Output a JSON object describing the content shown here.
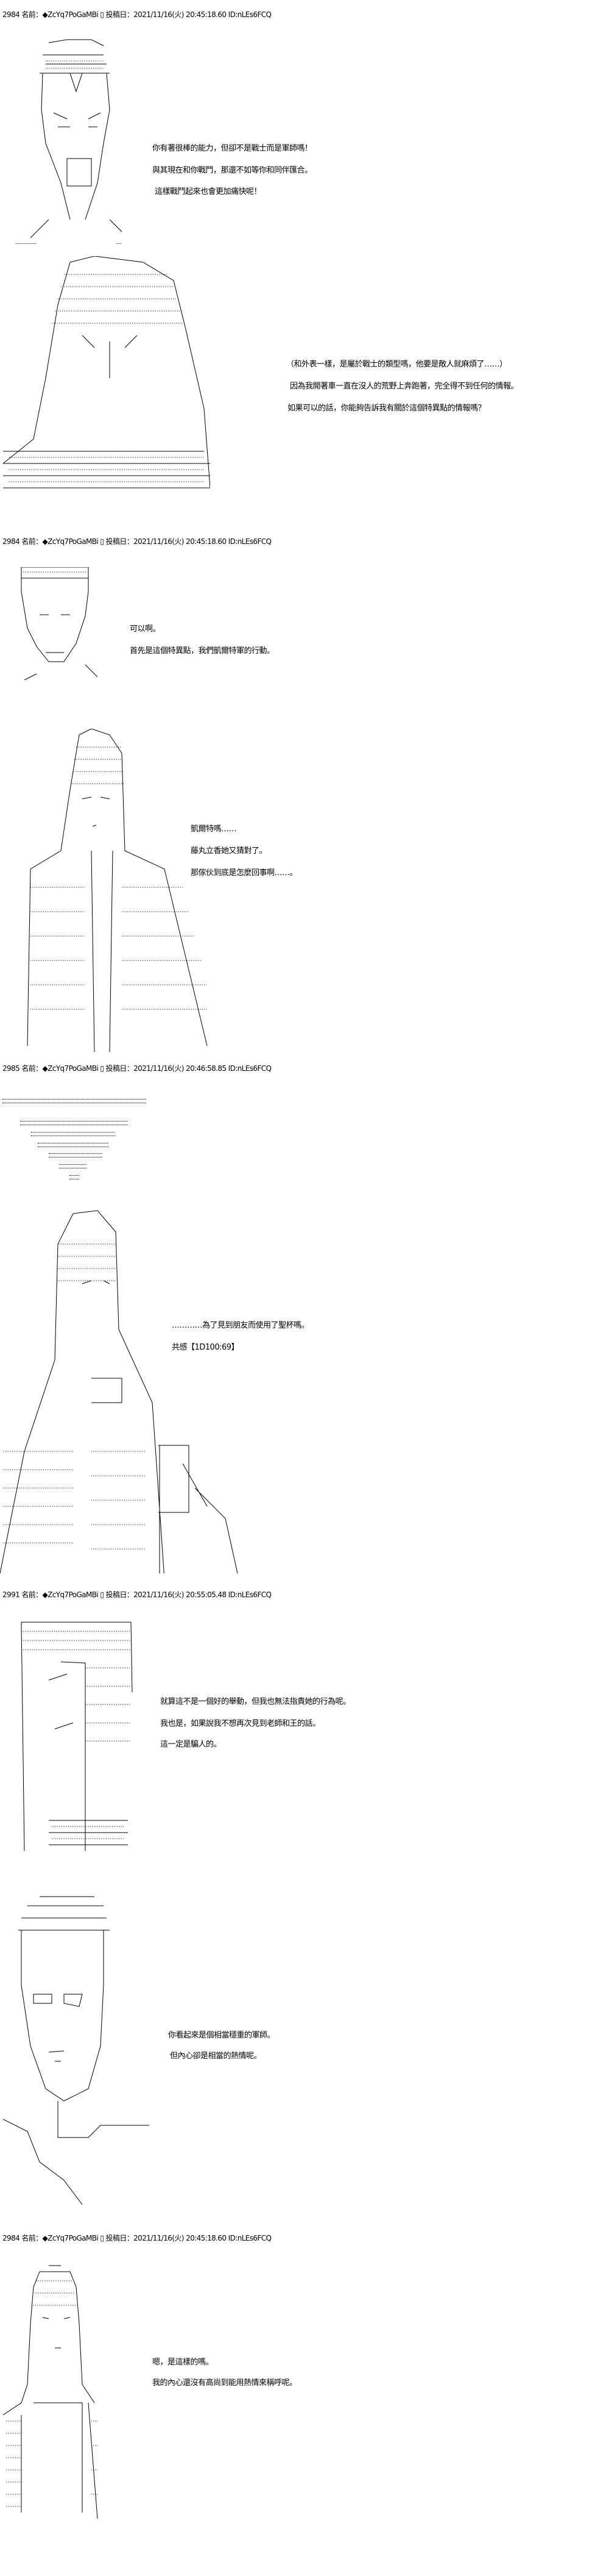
{
  "posts": [
    {
      "header": "2984 名前：◆ZcYq7PoGaMBi ▯ 投稿日：2021/11/16(火) 20:45:18.60 ID:nLEs6FCQ",
      "scene1": [
        "你有著很棒的能力，但卻不是戰士而是軍師嗎！",
        "與其現在和你戰鬥，那還不如等你和同伴匯合。",
        "這樣戰鬥起來也會更加痛快呢！"
      ],
      "scene2": [
        "（和外表一樣，是屬於戰士的類型嗎，他要是敵人就麻煩了……）",
        "因為我開著車一直在沒人的荒野上奔跑著，完全得不到任何的情報。",
        "如果可以的話，你能夠告訴我有關於這個特異點的情報嗎？"
      ]
    },
    {
      "header": "2984 名前：◆ZcYq7PoGaMBi ▯ 投稿日：2021/11/16(火) 20:45:18.60 ID:nLEs6FCQ",
      "scene1": [
        "可以啊。",
        "首先是這個特異點，我們凱爾特軍的行動。"
      ],
      "scene2": [
        "凱爾特嗎……",
        "藤丸立香她又猜對了。",
        "那傢伙到底是怎麼回事啊……。"
      ]
    },
    {
      "header": "2985 名前：◆ZcYq7PoGaMBi ▯ 投稿日：2021/11/16(火) 20:46:58.85 ID:nLEs6FCQ",
      "scene1": [
        "…………為了見到朋友而使用了聖杯嗎。",
        "共感【1D100:69】"
      ]
    },
    {
      "header": "2991 名前：◆ZcYq7PoGaMBi ▯ 投稿日：2021/11/16(火) 20:55:05.48 ID:nLEs6FCQ",
      "scene1": [
        "就算這不是一個好的舉動，但我也無法指責她的行為呢。",
        "我也是，如果說我不想再次見到老師和王的話。",
        "這一定是騙人的。"
      ],
      "scene2": [
        "你看起來是個相當穩重的軍師。",
        "但內心卻是相當的熱情呢。"
      ]
    },
    {
      "header": "2984 名前：◆ZcYq7PoGaMBi ▯ 投稿日：2021/11/16(火) 20:45:18.60 ID:nLEs6FCQ",
      "scene1": [
        "嗯，是這樣的嗎。",
        "我的內心還沒有高尚到能用熱情來稱呼呢。"
      ]
    }
  ]
}
